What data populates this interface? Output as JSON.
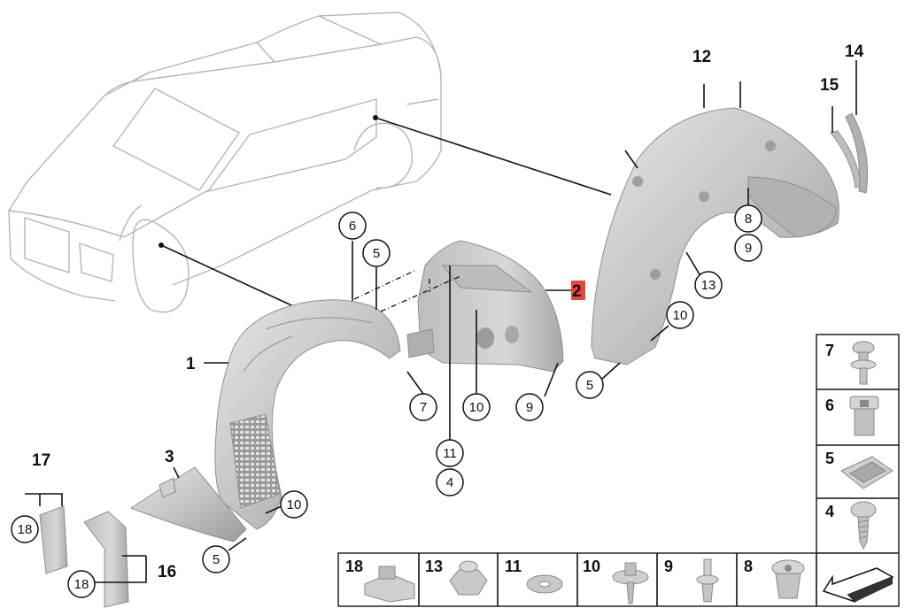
{
  "callouts": {
    "c1": "1",
    "c2": "2",
    "c3": "3",
    "c4": "4",
    "c5a": "5",
    "c5b": "5",
    "c5c": "5",
    "c6": "6",
    "c7": "7",
    "c8": "8",
    "c9a": "9",
    "c9b": "9",
    "c10a": "10",
    "c10b": "10",
    "c10c": "10",
    "c11": "11",
    "c12": "12",
    "c13": "13",
    "c14": "14",
    "c15": "15",
    "c16": "16",
    "c17": "17",
    "c18a": "18",
    "c18b": "18"
  },
  "legend_right": [
    "7",
    "6",
    "5",
    "4"
  ],
  "legend_bottom": [
    "18",
    "13",
    "11",
    "10",
    "9",
    "8"
  ],
  "colors": {
    "highlight": "#e8463c",
    "part_fill": "#c9c9c9",
    "car_outline": "#b5b5b5"
  },
  "icons": {
    "nav": "next-page-arrow-icon"
  }
}
